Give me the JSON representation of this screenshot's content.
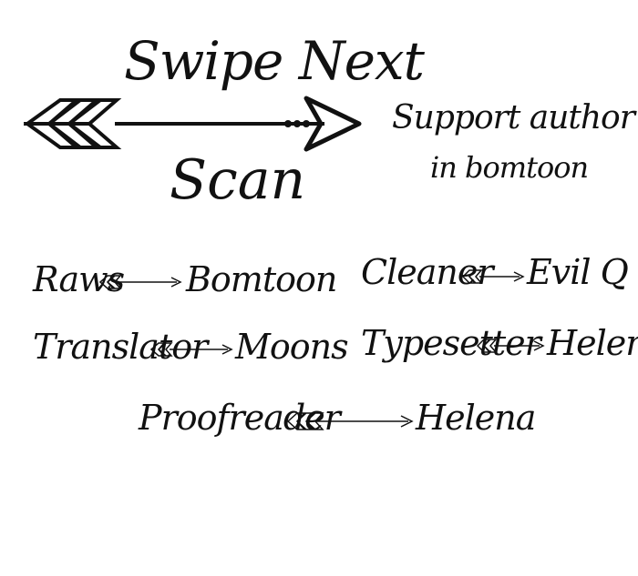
{
  "header": {
    "title_line_1": "Swipe Next",
    "title_line_2": "Scan",
    "support_line_1": "Support author",
    "support_line_2": "in bomtoon"
  },
  "credits": [
    {
      "role": "Raws",
      "name": "Bomtoon"
    },
    {
      "role": "Cleaner",
      "name": "Evil Q"
    },
    {
      "role": "Translator",
      "name": "Moons"
    },
    {
      "role": "Typesetter",
      "name": "Helena"
    },
    {
      "role": "Proofreader",
      "name": "Helena"
    }
  ],
  "icons": {
    "hero": "tribal-arrow-icon",
    "credit_separator": "small-arrow-icon"
  },
  "colors": {
    "ink": "#111111",
    "background": "#ffffff"
  }
}
